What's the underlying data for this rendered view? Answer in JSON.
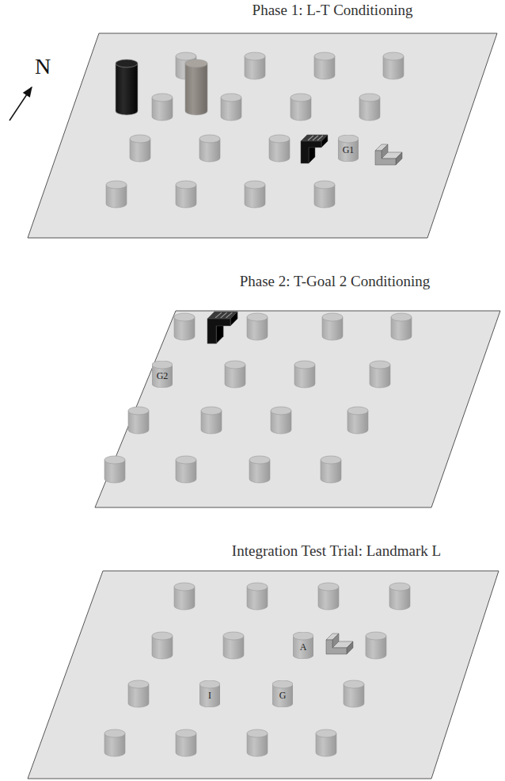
{
  "diagram": {
    "nodes": [
      {
        "text": [
          "Phase 1: L-T Conditioning"
        ]
      },
      {
        "text": [
          "G1"
        ],
        "in": 0
      },
      {
        "text": [
          "Phase 2: T-Goal 2 Conditioning"
        ]
      },
      {
        "text": [
          "G2"
        ],
        "in": 2
      },
      {
        "text": [
          "Integration Test Trial: Landmark L"
        ]
      },
      {
        "text": [
          "A"
        ],
        "in": 4
      },
      {
        "text": [
          "I"
        ],
        "in": 4
      },
      {
        "text": [
          "G"
        ],
        "in": 4
      }
    ],
    "labels": [
      "N"
    ]
  }
}
